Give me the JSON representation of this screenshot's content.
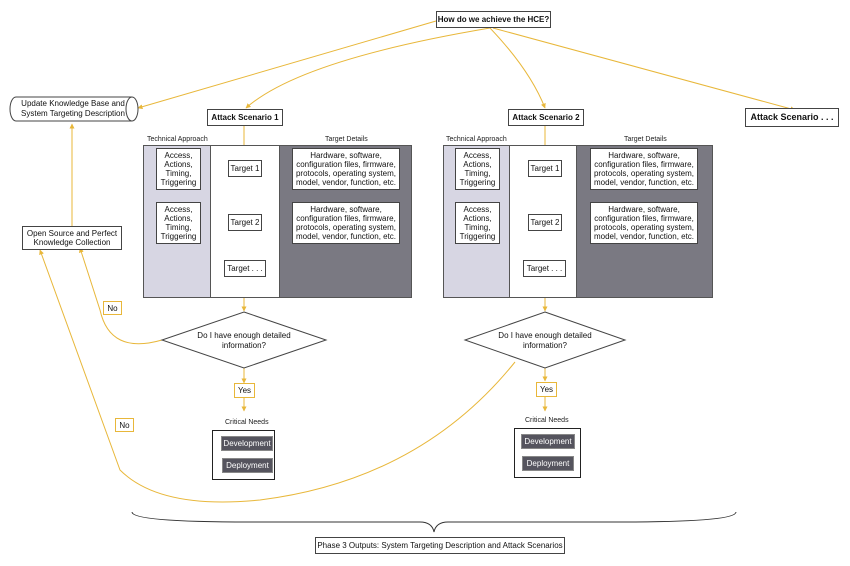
{
  "title": "How do we achieve the HCE?",
  "update_kb": "Update Knowledge Base and\nSystem Targeting Description",
  "osint": "Open Source and Perfect\nKnowledge Collection",
  "scenarios": [
    {
      "label": "Attack Scenario 1",
      "technical_approach": "Technical Approach",
      "target_details": "Target Details",
      "approach_box": "Access,\nActions,\nTiming,\nTriggering",
      "details_box": "Hardware, software,\nconfiguration files, firmware,\nprotocols, operating system,\nmodel, vendor, function, etc.",
      "targets": [
        "Target 1",
        "Target 2",
        "Target . . ."
      ],
      "decision": "Do I have enough detailed\ninformation?",
      "yes": "Yes",
      "critical_needs": "Critical Needs",
      "needs": [
        "Development",
        "Deployment"
      ]
    },
    {
      "label": "Attack Scenario 2",
      "technical_approach": "Technical Approach",
      "target_details": "Target Details",
      "approach_box": "Access,\nActions,\nTiming,\nTriggering",
      "details_box": "Hardware, software,\nconfiguration files, firmware,\nprotocols, operating system,\nmodel, vendor, function, etc.",
      "targets": [
        "Target 1",
        "Target 2",
        "Target . . ."
      ],
      "decision": "Do I have enough detailed\ninformation?",
      "yes": "Yes",
      "critical_needs": "Critical Needs",
      "needs": [
        "Development",
        "Deployment"
      ]
    }
  ],
  "scenario_more": "Attack Scenario . . .",
  "no_label": "No",
  "phase_output": "Phase 3 Outputs: System Targeting Description and Attack Scenarios",
  "colors": {
    "arrow": "#e8b73a",
    "panel_light": "#d7d6e3",
    "panel_dark": "#7a7982",
    "button_dark": "#55545e"
  }
}
